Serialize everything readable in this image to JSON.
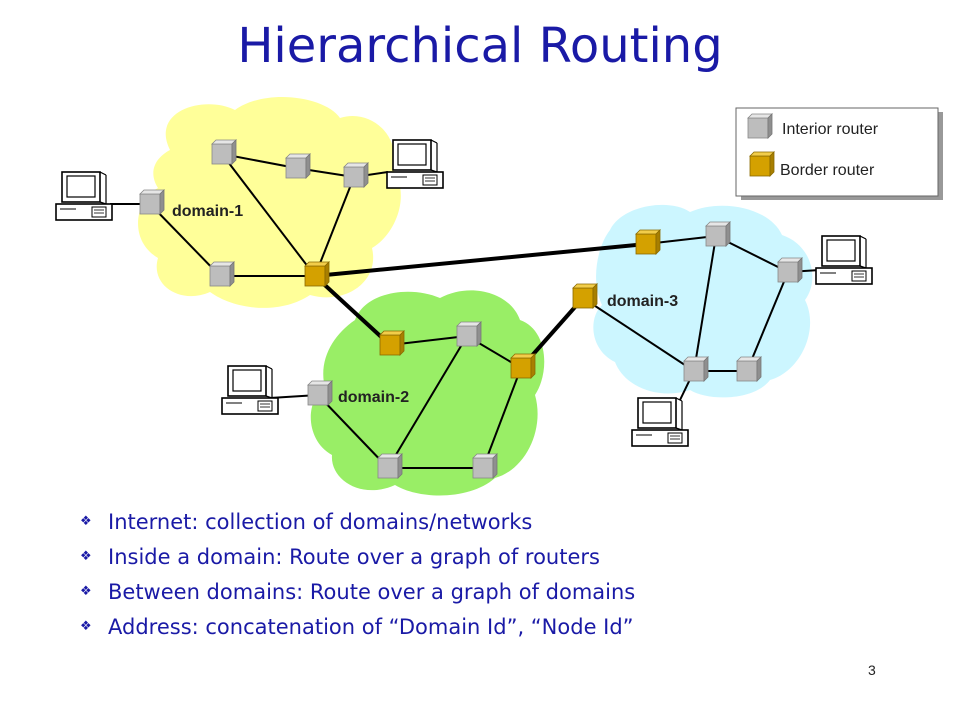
{
  "slide": {
    "title": "Hierarchical Routing",
    "number": "3"
  },
  "legend": {
    "interior_label": "Interior router",
    "border_label": "Border router"
  },
  "domains": [
    {
      "label": "domain-1",
      "color": "#ffff99"
    },
    {
      "label": "domain-2",
      "color": "#99ee66"
    },
    {
      "label": "domain-3",
      "color": "#ccf6ff"
    }
  ],
  "colors": {
    "title": "#1a1aa6",
    "interior_router": "#bdbdbd",
    "border_router": "#d4a100"
  },
  "bullets": [
    "Internet:  collection of domains/networks",
    "Inside a domain: Route over a graph of routers",
    "Between domains: Route over a graph of domains",
    "Address: concatenation of “Domain Id”, “Node Id”"
  ],
  "icons": {
    "bullet": "diamond-bullet-icon",
    "host": "computer-icon",
    "router": "router-cube-icon"
  }
}
